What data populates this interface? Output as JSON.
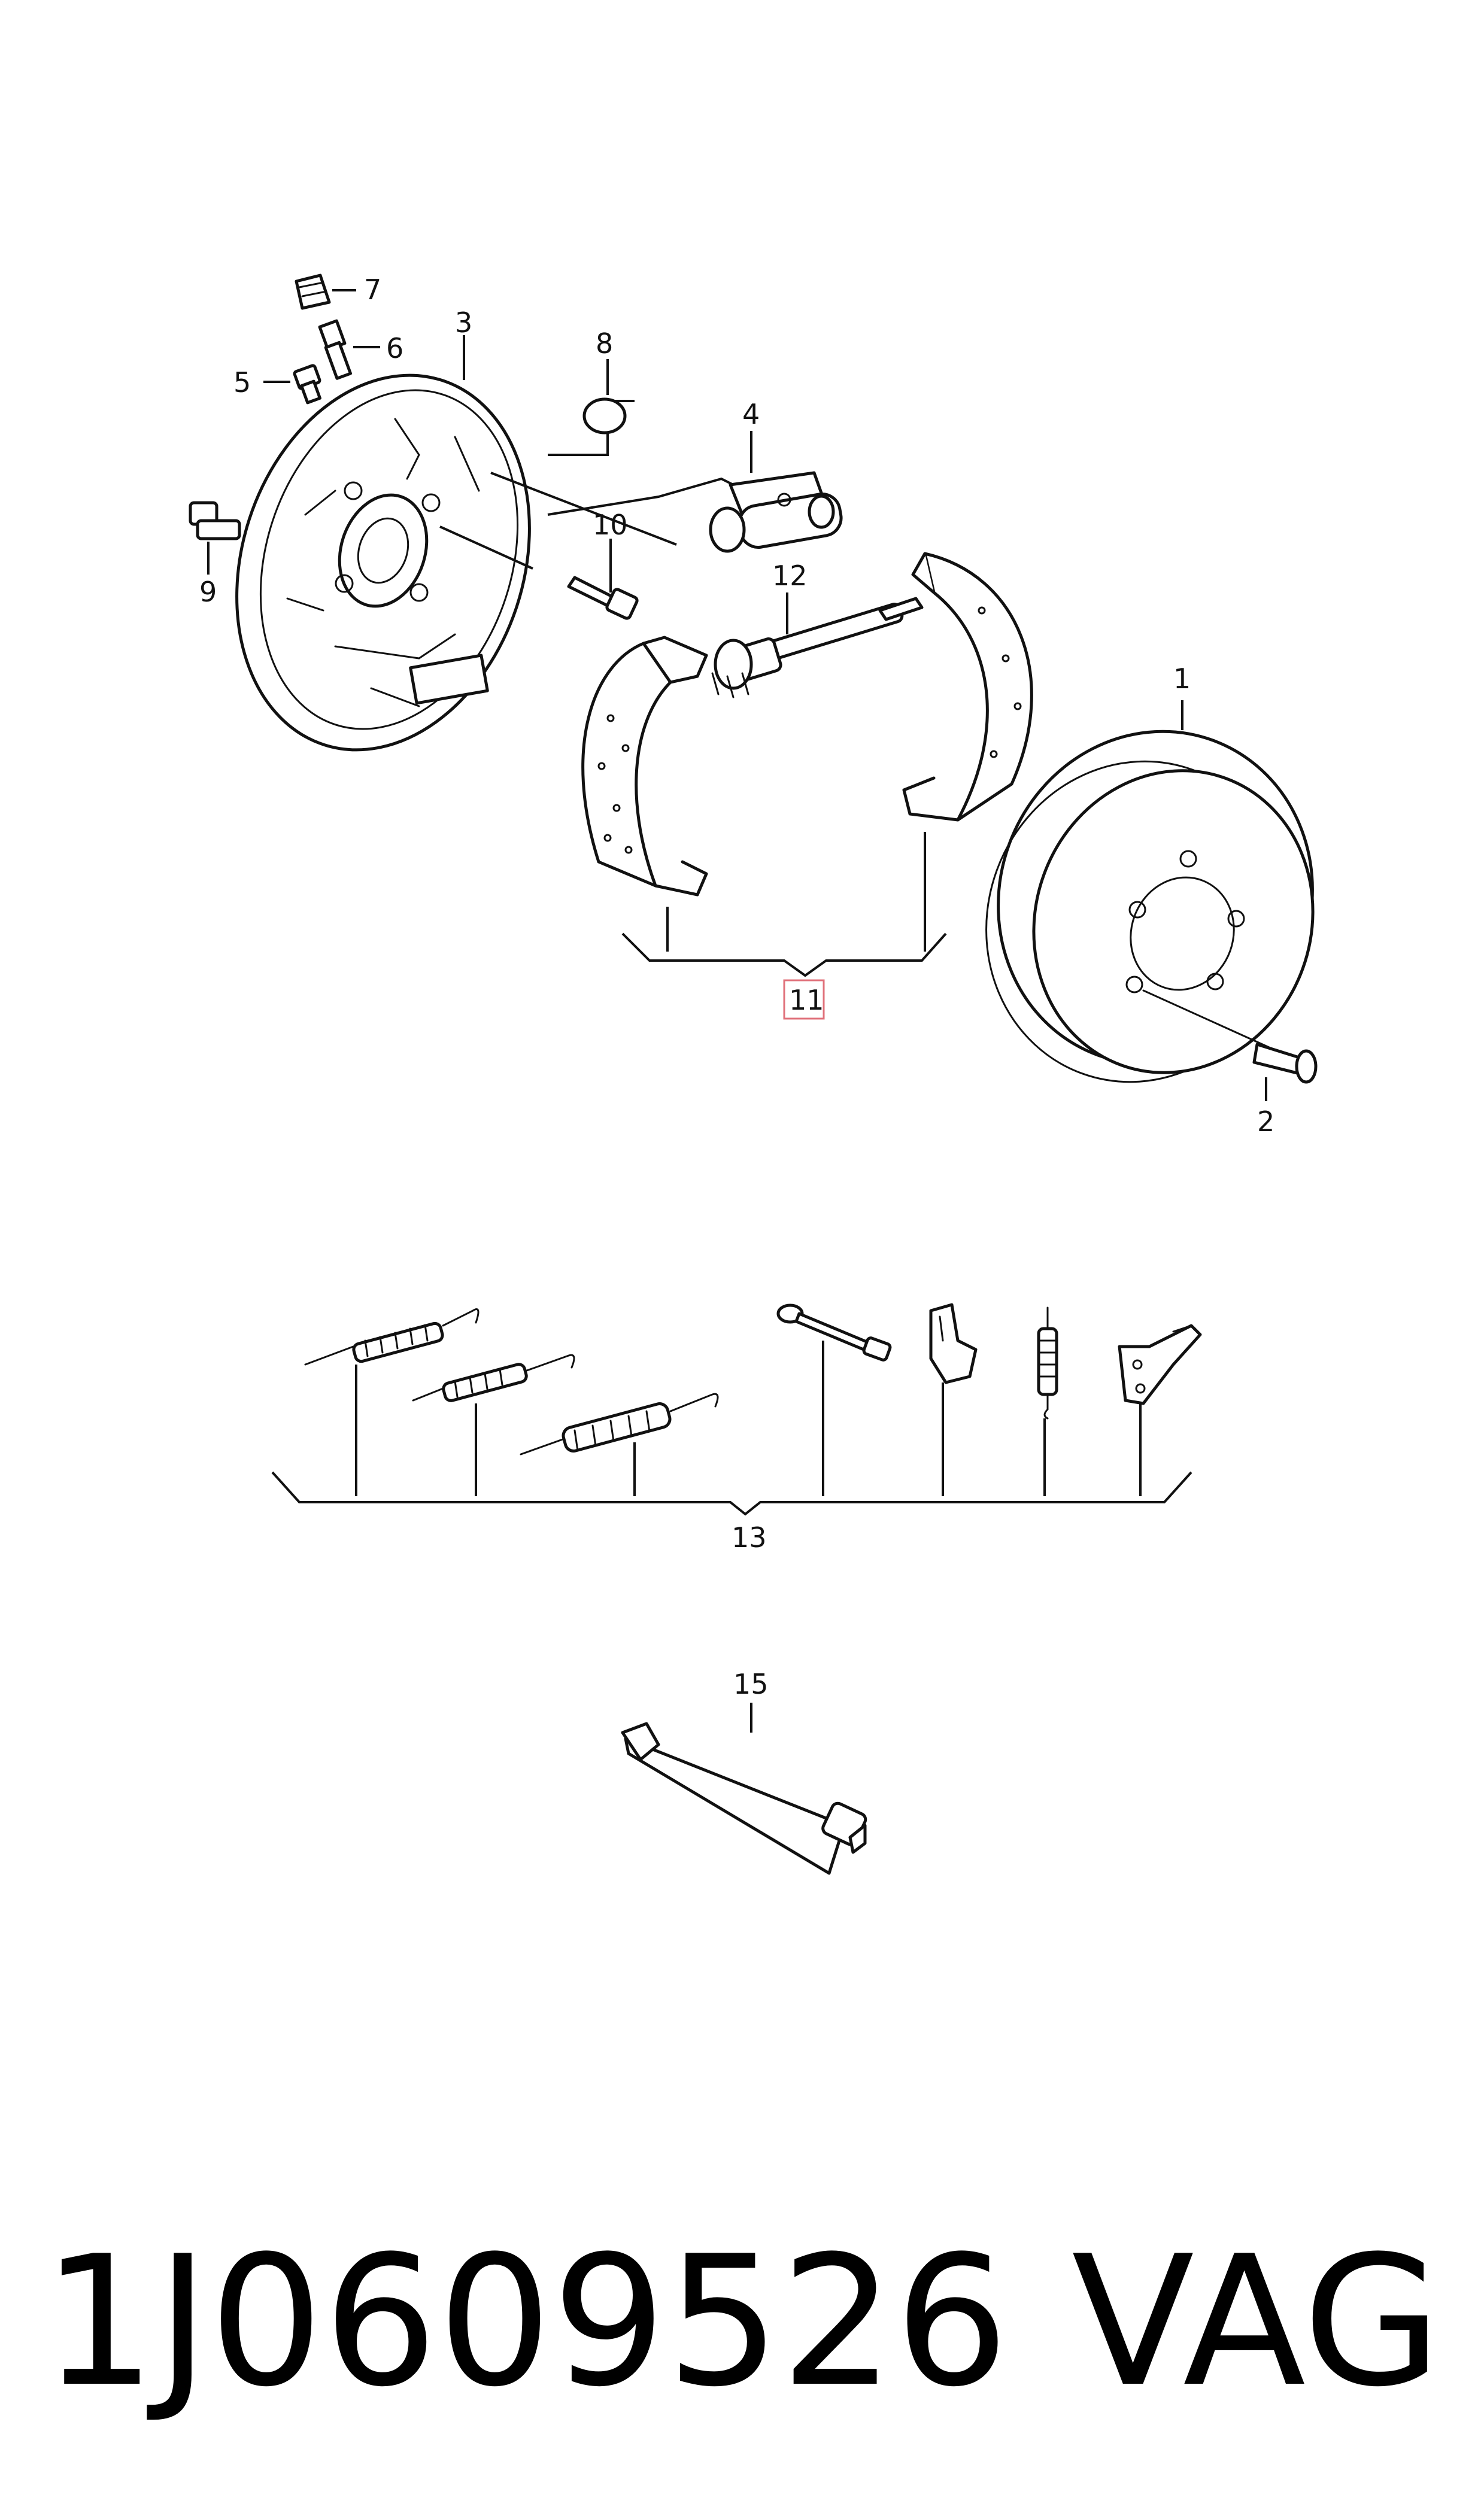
{
  "callouts": {
    "c1": "1",
    "c2": "2",
    "c3": "3",
    "c4": "4",
    "c5": "5",
    "c6": "6",
    "c7": "7",
    "c8": "8",
    "c9": "9",
    "c10": "10",
    "c11": "11",
    "c12": "12",
    "c13": "13",
    "c15": "15"
  },
  "footer": {
    "part_number": "1J0609526",
    "brand": "VAG"
  },
  "colors": {
    "highlight_box": "#e0707a",
    "line": "#111111"
  }
}
